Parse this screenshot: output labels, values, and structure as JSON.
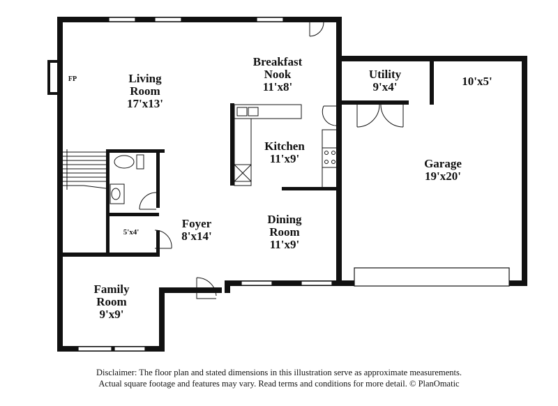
{
  "rooms": {
    "living": {
      "name_line1": "Living",
      "name_line2": "Room",
      "dims": "17'x13'"
    },
    "breakfast": {
      "name_line1": "Breakfast",
      "name_line2": "Nook",
      "dims": "11'x8'"
    },
    "utility": {
      "name": "Utility",
      "dims": "9'x4'"
    },
    "storage": {
      "dims": "10'x5'"
    },
    "kitchen": {
      "name": "Kitchen",
      "dims": "11'x9'"
    },
    "garage": {
      "name": "Garage",
      "dims": "19'x20'"
    },
    "foyer": {
      "name": "Foyer",
      "dims": "8'x14'"
    },
    "dining": {
      "name_line1": "Dining",
      "name_line2": "Room",
      "dims": "11'x9'"
    },
    "closet": {
      "dims": "5'x4'"
    },
    "family": {
      "name_line1": "Family",
      "name_line2": "Room",
      "dims": "9'x9'"
    }
  },
  "fireplace_label": "FP",
  "disclaimer": {
    "line1": "Disclaimer: The floor plan and stated dimensions in this illustration serve as approximate measurements.",
    "line2": "Actual square footage and features may vary. Read terms and conditions for more detail. © PlanOmatic"
  }
}
